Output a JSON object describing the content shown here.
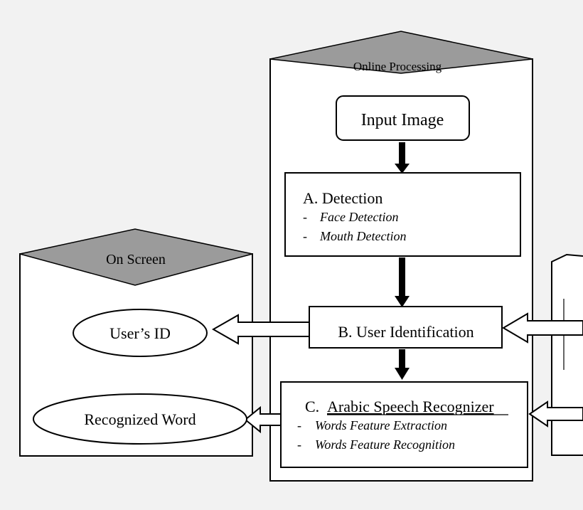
{
  "online_panel": {
    "header": "Online Processing"
  },
  "screen_panel": {
    "header": "On Screen"
  },
  "input_box": {
    "label": "Input Image"
  },
  "detection_box": {
    "title": "A. Detection",
    "items": [
      {
        "bullet": "-",
        "text": "Face Detection"
      },
      {
        "bullet": "-",
        "text": "Mouth Detection"
      }
    ]
  },
  "identification_box": {
    "title": "B. User Identification"
  },
  "recognizer_box": {
    "prefix": "C.",
    "title": "Arabic Speech Recognizer",
    "items": [
      {
        "bullet": "-",
        "text": "Words Feature Extraction"
      },
      {
        "bullet": "-",
        "text": "Words Feature Recognition"
      }
    ]
  },
  "outputs": {
    "user_id": "User’s ID",
    "recognized_word": "Recognized Word"
  },
  "colors": {
    "background": "#f2f2f2",
    "box_fill": "#ffffff",
    "stroke": "#000000",
    "header_fill": "#9b9b9b"
  }
}
